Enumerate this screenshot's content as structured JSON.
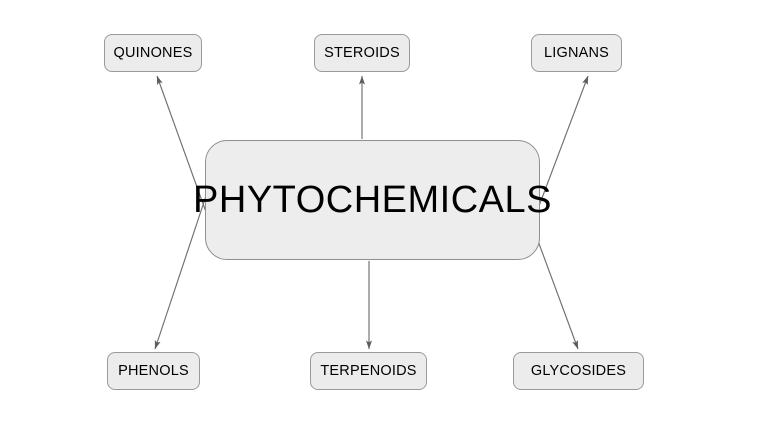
{
  "diagram": {
    "title": "PHYTOCHEMICALS",
    "type": "hub-and-spoke concept map",
    "background_color": "#ffffff",
    "node_fill_color": "#ececec",
    "node_border_color": "#9a9a9a",
    "edge_color": "#6f6f6f",
    "text_color": "#000000",
    "center": {
      "id": "phytochemicals",
      "label": "PHYTOCHEMICALS"
    },
    "branches": [
      {
        "id": "quinones",
        "label": "QUINONES",
        "position": "top-left",
        "arrow": "outward-up"
      },
      {
        "id": "steroids",
        "label": "STEROIDS",
        "position": "top-center",
        "arrow": "outward-up"
      },
      {
        "id": "lignans",
        "label": "LIGNANS",
        "position": "top-right",
        "arrow": "outward-up"
      },
      {
        "id": "phenols",
        "label": "PHENOLS",
        "position": "bottom-left",
        "arrow": "outward-down"
      },
      {
        "id": "terpenoids",
        "label": "TERPENOIDS",
        "position": "bottom-center",
        "arrow": "outward-down"
      },
      {
        "id": "glycosides",
        "label": "GLYCOSIDES",
        "position": "bottom-right",
        "arrow": "outward-down"
      }
    ]
  }
}
